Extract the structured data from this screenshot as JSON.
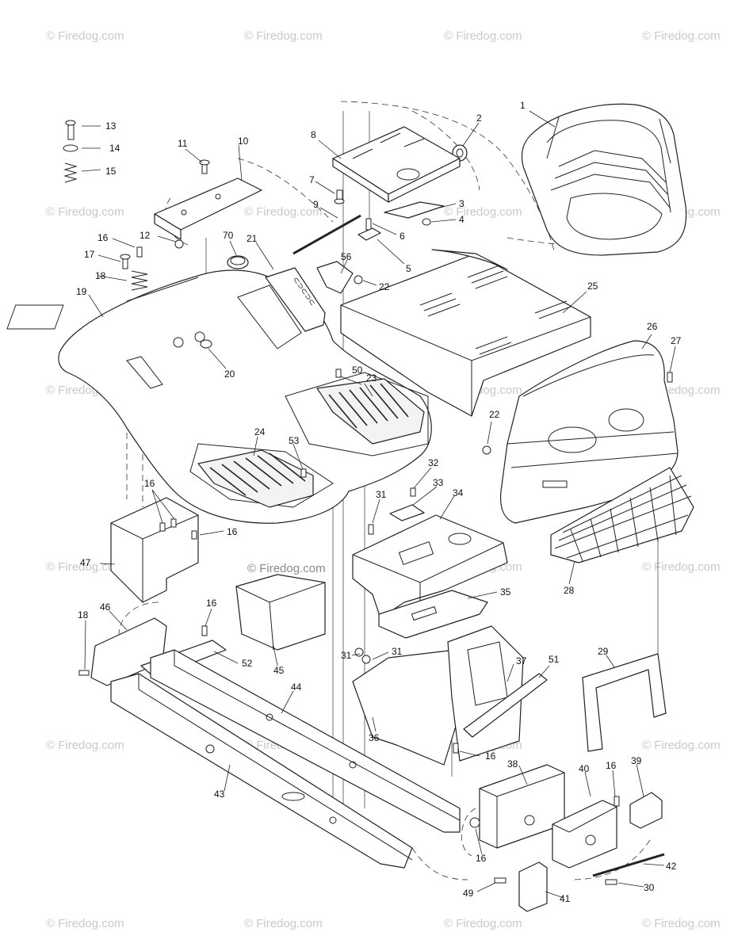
{
  "watermark": {
    "text": "© Firedog.com",
    "color": "#c9c9c9",
    "center_color": "#8a8a8a"
  },
  "callouts": [
    {
      "id": "c1",
      "label": "1"
    },
    {
      "id": "c2",
      "label": "2"
    },
    {
      "id": "c3",
      "label": "3"
    },
    {
      "id": "c4",
      "label": "4"
    },
    {
      "id": "c5",
      "label": "5"
    },
    {
      "id": "c6",
      "label": "6"
    },
    {
      "id": "c7",
      "label": "7"
    },
    {
      "id": "c8",
      "label": "8"
    },
    {
      "id": "c9",
      "label": "9"
    },
    {
      "id": "c10",
      "label": "10"
    },
    {
      "id": "c11",
      "label": "11"
    },
    {
      "id": "c12",
      "label": "12"
    },
    {
      "id": "c13",
      "label": "13"
    },
    {
      "id": "c14",
      "label": "14"
    },
    {
      "id": "c15",
      "label": "15"
    },
    {
      "id": "c16a",
      "label": "16"
    },
    {
      "id": "c16b",
      "label": "16"
    },
    {
      "id": "c16c",
      "label": "16"
    },
    {
      "id": "c16d",
      "label": "16"
    },
    {
      "id": "c16e",
      "label": "16"
    },
    {
      "id": "c16f",
      "label": "16"
    },
    {
      "id": "c16g",
      "label": "16"
    },
    {
      "id": "c17",
      "label": "17"
    },
    {
      "id": "c18a",
      "label": "18"
    },
    {
      "id": "c18b",
      "label": "18"
    },
    {
      "id": "c19",
      "label": "19"
    },
    {
      "id": "c20",
      "label": "20"
    },
    {
      "id": "c21",
      "label": "21"
    },
    {
      "id": "c22a",
      "label": "22"
    },
    {
      "id": "c22b",
      "label": "22"
    },
    {
      "id": "c23",
      "label": "23"
    },
    {
      "id": "c24",
      "label": "24"
    },
    {
      "id": "c25",
      "label": "25"
    },
    {
      "id": "c26",
      "label": "26"
    },
    {
      "id": "c27",
      "label": "27"
    },
    {
      "id": "c28",
      "label": "28"
    },
    {
      "id": "c29",
      "label": "29"
    },
    {
      "id": "c30",
      "label": "30"
    },
    {
      "id": "c31a",
      "label": "31"
    },
    {
      "id": "c31b",
      "label": "31"
    },
    {
      "id": "c31c",
      "label": "31"
    },
    {
      "id": "c32",
      "label": "32"
    },
    {
      "id": "c33",
      "label": "33"
    },
    {
      "id": "c34",
      "label": "34"
    },
    {
      "id": "c35",
      "label": "35"
    },
    {
      "id": "c36",
      "label": "36"
    },
    {
      "id": "c37",
      "label": "37"
    },
    {
      "id": "c38",
      "label": "38"
    },
    {
      "id": "c39",
      "label": "39"
    },
    {
      "id": "c40",
      "label": "40"
    },
    {
      "id": "c41",
      "label": "41"
    },
    {
      "id": "c42",
      "label": "42"
    },
    {
      "id": "c43",
      "label": "43"
    },
    {
      "id": "c44",
      "label": "44"
    },
    {
      "id": "c45",
      "label": "45"
    },
    {
      "id": "c46",
      "label": "46"
    },
    {
      "id": "c47",
      "label": "47"
    },
    {
      "id": "c49",
      "label": "49"
    },
    {
      "id": "c50",
      "label": "50"
    },
    {
      "id": "c51",
      "label": "51"
    },
    {
      "id": "c52",
      "label": "52"
    },
    {
      "id": "c53",
      "label": "53"
    },
    {
      "id": "c56",
      "label": "56"
    },
    {
      "id": "c70",
      "label": "70"
    }
  ]
}
